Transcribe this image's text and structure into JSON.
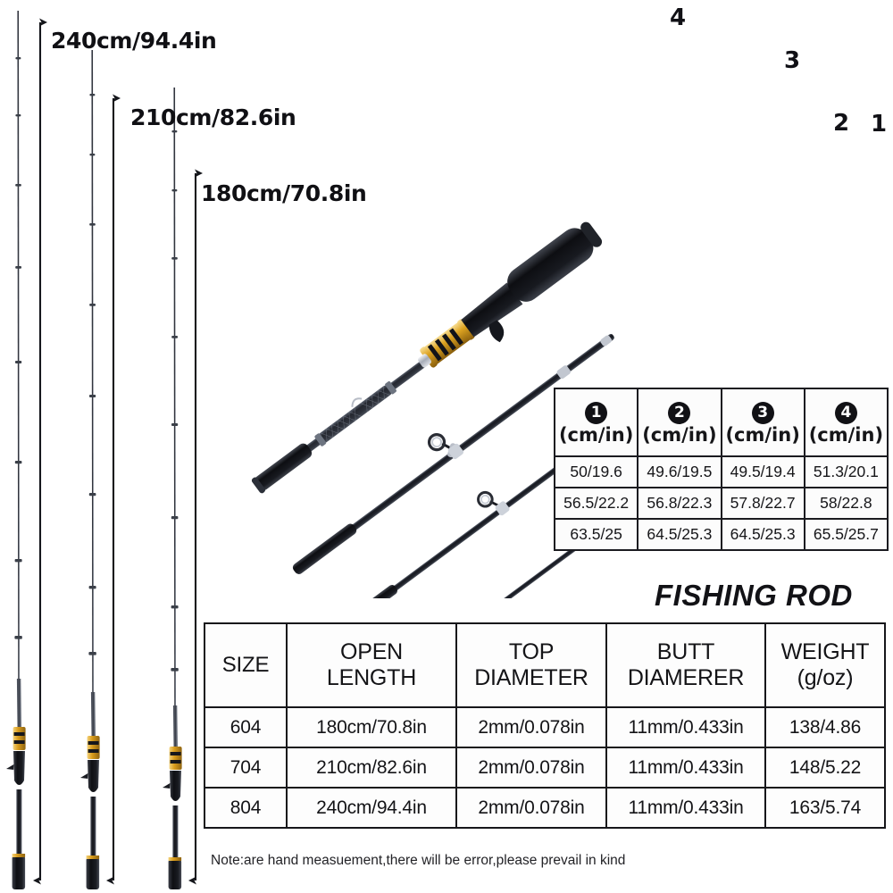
{
  "page": {
    "title": "FISHING ROD",
    "background": "#ffffff",
    "ink": "#121216"
  },
  "length_callouts": [
    {
      "id": "len-240",
      "label": "240cm/94.4in",
      "rod_size": "804"
    },
    {
      "id": "len-210",
      "label": "210cm/82.6in",
      "rod_size": "704"
    },
    {
      "id": "len-180",
      "label": "180cm/70.8in",
      "rod_size": "604"
    }
  ],
  "section_markers": [
    {
      "id": "secnum-1",
      "label": "1"
    },
    {
      "id": "secnum-2",
      "label": "2"
    },
    {
      "id": "secnum-3",
      "label": "3"
    },
    {
      "id": "secnum-4",
      "label": "4"
    }
  ],
  "sections_table": {
    "headers": [
      {
        "badge": "1",
        "unit": "(cm/in)"
      },
      {
        "badge": "2",
        "unit": "(cm/in)"
      },
      {
        "badge": "3",
        "unit": "(cm/in)"
      },
      {
        "badge": "4",
        "unit": "(cm/in)"
      }
    ],
    "rows": [
      [
        "50/19.6",
        "49.6/19.5",
        "49.5/19.4",
        "51.3/20.1"
      ],
      [
        "56.5/22.2",
        "56.8/22.3",
        "57.8/22.7",
        "58/22.8"
      ],
      [
        "63.5/25",
        "64.5/25.3",
        "64.5/25.3",
        "65.5/25.7"
      ]
    ]
  },
  "spec_table": {
    "headers": [
      {
        "line1": "SIZE",
        "line2": ""
      },
      {
        "line1": "OPEN",
        "line2": "LENGTH"
      },
      {
        "line1": "TOP",
        "line2": "DIAMETER"
      },
      {
        "line1": "BUTT",
        "line2": "DIAMERER"
      },
      {
        "line1": "WEIGHT",
        "line2": "(g/oz)"
      }
    ],
    "rows": [
      {
        "size": "604",
        "open_length": "180cm/70.8in",
        "top_diameter": "2mm/0.078in",
        "butt_diameter": "11mm/0.433in",
        "weight": "138/4.86"
      },
      {
        "size": "704",
        "open_length": "210cm/82.6in",
        "top_diameter": "2mm/0.078in",
        "butt_diameter": "11mm/0.433in",
        "weight": "148/5.22"
      },
      {
        "size": "804",
        "open_length": "240cm/94.4in",
        "top_diameter": "2mm/0.078in",
        "butt_diameter": "11mm/0.433in",
        "weight": "163/5.74"
      }
    ]
  },
  "footnote": {
    "text": "Note:are hand measuement,there will be error,please prevail in kind"
  },
  "colors": {
    "rod_blank": "#1b1c22",
    "rod_blank_light": "#555a66",
    "reel_seat_gold": "#e0a422",
    "grip_black": "#15161b",
    "guide_chrome": "#c9ccd3",
    "table_border": "#16161a"
  }
}
